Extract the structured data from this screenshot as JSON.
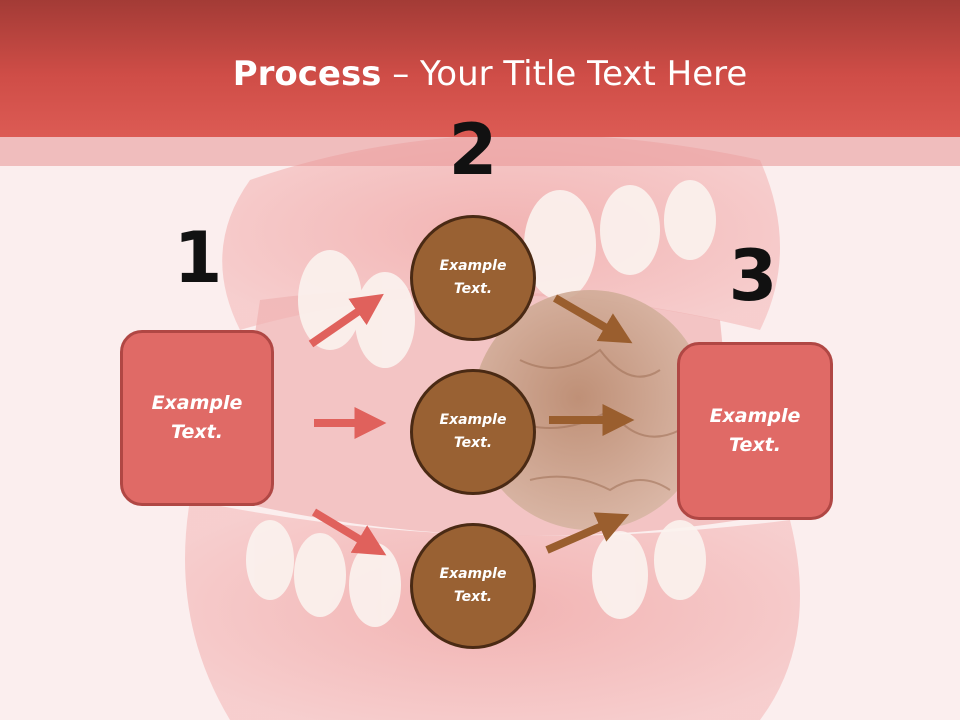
{
  "slide": {
    "title_bold": "Process",
    "title_rest": " – Your Title Text Here"
  },
  "steps": [
    {
      "number": "1"
    },
    {
      "number": "2"
    },
    {
      "number": "3"
    }
  ],
  "boxes": {
    "left": "Example\nText.",
    "right": "Example\nText."
  },
  "circles": [
    {
      "text": "Example\nText."
    },
    {
      "text": "Example\nText."
    },
    {
      "text": "Example\nText."
    }
  ],
  "colors": {
    "header": "#cf4d47",
    "box_fill": "#e06a66",
    "box_border": "#b04744",
    "circle_fill": "#996133",
    "circle_border": "#4a2a14",
    "arrow_red": "#e0615c",
    "arrow_brown": "#9a5e2e"
  }
}
